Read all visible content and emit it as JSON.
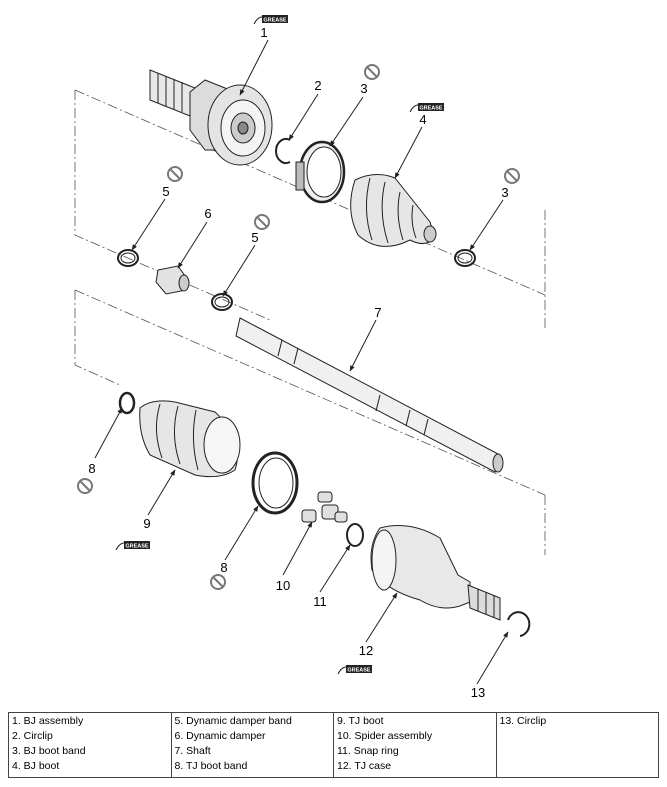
{
  "callouts": [
    "1",
    "2",
    "3",
    "3",
    "4",
    "5",
    "5",
    "6",
    "7",
    "8",
    "8",
    "9",
    "10",
    "11",
    "12",
    "13"
  ],
  "grease_label": "GREASE",
  "legend": [
    [
      "1. BJ assembly",
      "2. Circlip",
      "3. BJ boot band",
      "4. BJ boot"
    ],
    [
      "5. Dynamic damper band",
      "6. Dynamic damper",
      "7. Shaft",
      "8. TJ boot band"
    ],
    [
      "9. TJ boot",
      "10. Spider assembly",
      "11. Snap ring",
      "12. TJ case"
    ],
    [
      "13. Circlip"
    ]
  ]
}
